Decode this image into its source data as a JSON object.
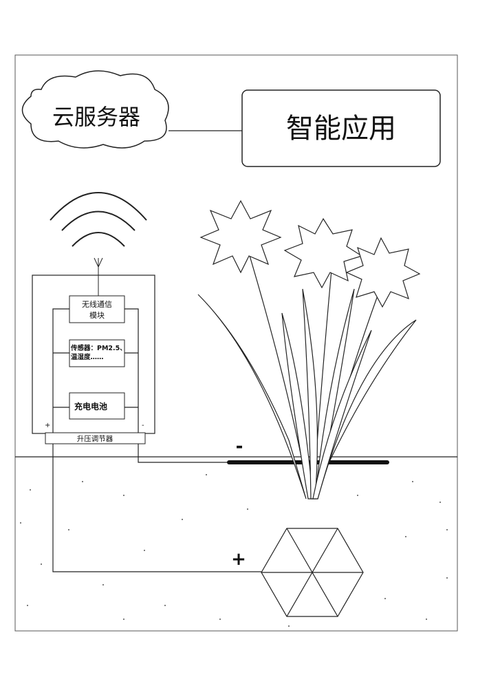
{
  "cloud_server": "云服务器",
  "smart_app": "智能应用",
  "wireless_module": [
    "无线通信",
    "模块"
  ],
  "sensor": [
    "传感器：PM2.5、",
    "温湿度……"
  ],
  "battery": "充电电池",
  "boost_regulator": "升压调节器",
  "plus_small": "+",
  "minus_small": "-",
  "negative_label": "-",
  "positive_label": "+"
}
